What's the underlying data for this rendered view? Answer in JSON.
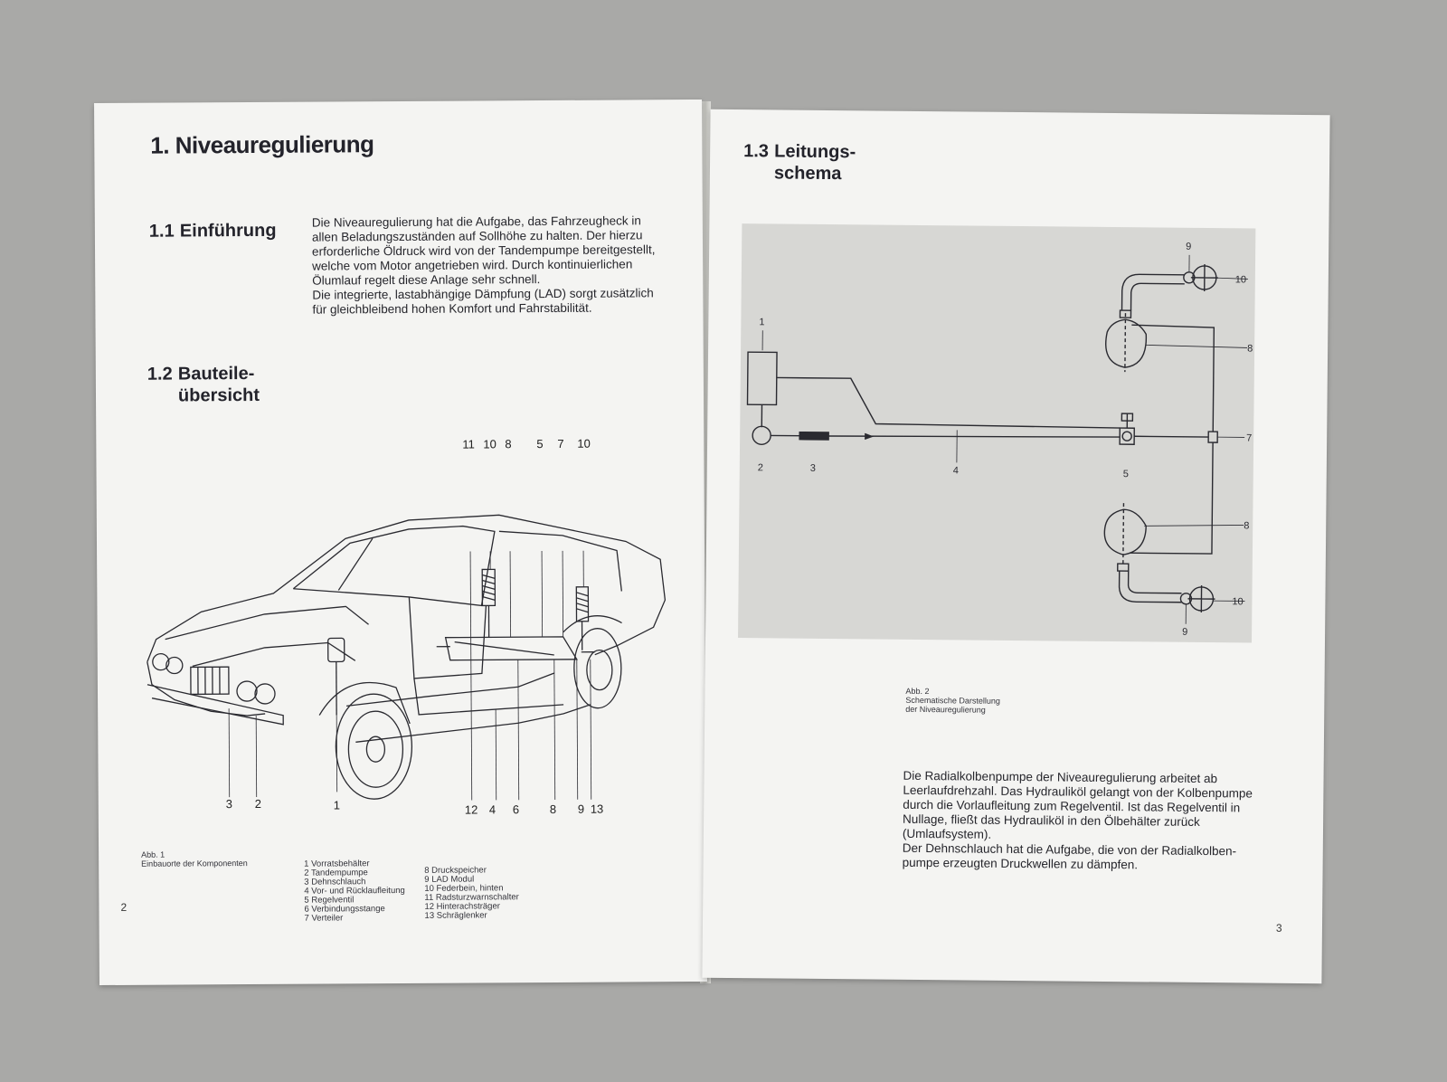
{
  "left_page": {
    "title": "1. Niveauregulierung",
    "section_1_1": {
      "number": "1.1",
      "heading": "Einführung"
    },
    "intro_paragraph": "Die Niveauregulierung hat die Aufgabe, das Fahrzeugheck in allen Beladungszuständen auf Sollhöhe zu halten. Der hierzu erforderliche Öldruck wird von der Tandempumpe bereitgestellt, welche vom Motor angetrieben wird. Durch kontinuierlichen Ölumlauf regelt diese Anlage sehr schnell.",
    "intro_paragraph_2": "Die integrierte, lastabhängige Dämpfung (LAD) sorgt zusätzlich für gleichbleibend hohen Komfort und Fahrstabilität.",
    "section_1_2": {
      "number": "1.2",
      "heading_line1": "Bauteile-",
      "heading_line2": "übersicht"
    },
    "car_callouts_top": [
      "11",
      "10",
      "8",
      "5",
      "7",
      "10"
    ],
    "car_callouts_bottom": [
      "3",
      "2",
      "1",
      "12",
      "4",
      "6",
      "8",
      "9",
      "13"
    ],
    "figure_label": "Abb. 1",
    "figure_caption": "Einbauorte der Komponenten",
    "legend_left": [
      "1  Vorratsbehälter",
      "2  Tandempumpe",
      "3  Dehnschlauch",
      "4  Vor- und Rücklaufleitung",
      "5  Regelventil",
      "6  Verbindungsstange",
      "7  Verteiler"
    ],
    "legend_right": [
      "8  Druckspeicher",
      "9  LAD Modul",
      "10  Federbein, hinten",
      "11  Radsturzwarnschalter",
      "12  Hinterachsträger",
      "13  Schräglenker"
    ],
    "page_number": "2"
  },
  "right_page": {
    "section_1_3": {
      "number": "1.3",
      "heading_line1": "Leitungs-",
      "heading_line2": "schema"
    },
    "schema_labels": {
      "l1": "1",
      "l2": "2",
      "l3": "3",
      "l4": "4",
      "l5": "5",
      "l7": "7",
      "l8a": "8",
      "l8b": "8",
      "l9a": "9",
      "l9b": "9",
      "l10a": "10",
      "l10b": "10"
    },
    "figure_label": "Abb. 2",
    "figure_caption_line1": "Schematische Darstellung",
    "figure_caption_line2": "der Niveauregulierung",
    "body_paragraph": "Die Radialkolbenpumpe der Niveauregulierung arbeitet ab Leerlaufdrehzahl. Das Hydrauliköl gelangt von der Kolbenpumpe durch die Vorlaufleitung zum Regelventil. Ist das Regelventil in Nullage, fließt das Hydrauliköl in den Ölbehälter zurück (Umlaufsystem).",
    "body_paragraph_2": "Der Dehnschlauch hat die Aufgabe, die von der Radialkolben-pumpe erzeugten Druckwellen zu dämpfen.",
    "page_number": "3"
  }
}
